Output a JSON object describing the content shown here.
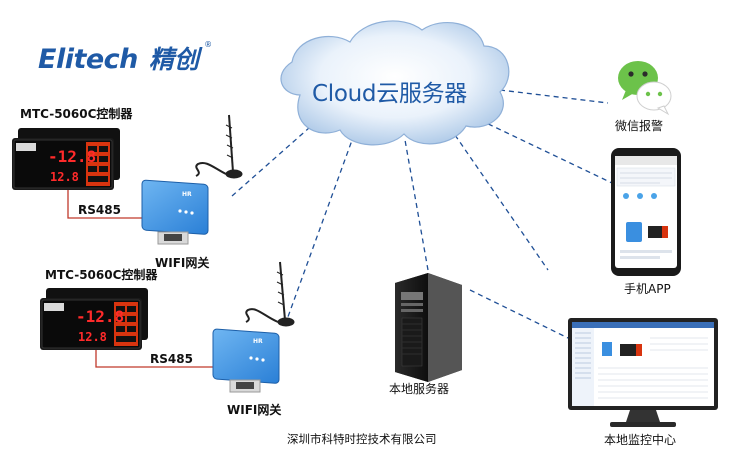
{
  "brand": {
    "name_en": "Elitech",
    "name_cn": "精创",
    "color": "#1f5aa6"
  },
  "cloud": {
    "label": "Cloud云服务器",
    "color": "#1f5aa6"
  },
  "controllers": [
    {
      "title": "MTC-5060C控制器",
      "display_top": "-12.8",
      "display_bottom": "12.8",
      "bus_label": "RS485",
      "gateway_label": "WIFI网关"
    },
    {
      "title": "MTC-5060C控制器",
      "display_top": "-12.8",
      "display_bottom": "12.8",
      "bus_label": "RS485",
      "gateway_label": "WIFI网关"
    }
  ],
  "endpoints": {
    "wechat_label": "微信报警",
    "app_label": "手机APP",
    "server_label": "本地服务器",
    "monitor_label": "本地监控中心"
  },
  "footer": {
    "company": "深圳市科特时控技术有限公司"
  },
  "colors": {
    "link_dash": "#1f4f96",
    "rs485_line": "#c0392b",
    "gateway_blue": "#3a8fe0",
    "display_red": "#ff2a2a",
    "wechat_green": "#6cc24a"
  }
}
